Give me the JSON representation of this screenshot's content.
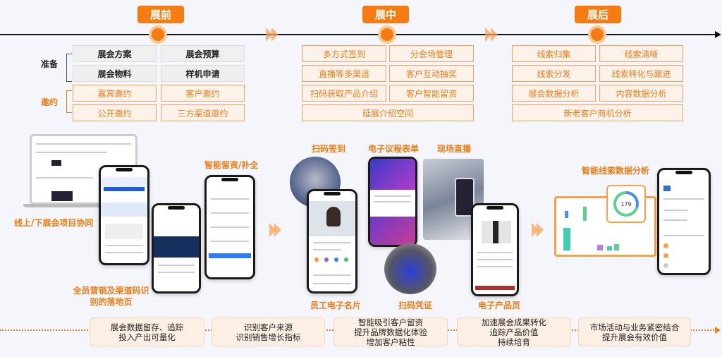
{
  "stages": [
    {
      "label": "展前"
    },
    {
      "label": "展中"
    },
    {
      "label": "展后"
    }
  ],
  "pre": {
    "group_prepare": "准备",
    "group_invite": "邀约",
    "prepare_items": [
      "展会方案",
      "展会预算",
      "展会物料",
      "样机申请"
    ],
    "invite_items": [
      "嘉宾邀约",
      "客户邀约",
      "公开邀约",
      "三方渠道邀约"
    ]
  },
  "during": {
    "items": [
      "多方式签到",
      "分会场管理",
      "直播等多渠道",
      "客户互动抽奖",
      "扫码获取产品介绍",
      "客户智能留资"
    ],
    "wide_item": "延展介绍空间"
  },
  "post": {
    "items": [
      "线索归集",
      "线索清晰",
      "线索分发",
      "线索转化与跟进",
      "展会数据分析",
      "内容数据分析"
    ],
    "wide_item": "新老客户商机分析"
  },
  "captions": {
    "online_offline": "线上/下展会项目协同",
    "smart_leads": "智能留资/补全",
    "landing_page_1": "全员营销及渠道码识",
    "landing_page_2": "别的落地页",
    "scan_checkin": "扫码签到",
    "agenda_form": "电子议程表单",
    "live": "现场直播",
    "business_card": "员工电子名片",
    "scan_voucher": "扫码凭证",
    "product_page": "电子产品页",
    "lead_analytics": "智能线索数据分析"
  },
  "dashboard": {
    "donut_value": "179"
  },
  "benefits": [
    [
      "展会数据留存、追踪",
      "投入产出可量化"
    ],
    [
      "识别客户来源",
      "识别销售增长指标"
    ],
    [
      "智能吸引客户留资",
      "提升品牌数据化体验",
      "增加客户粘性"
    ],
    [
      "加速展会成果转化",
      "追踪产品价值",
      "持续培育"
    ],
    [
      "市场活动与业务紧密结合",
      "提升展会有效价值"
    ]
  ],
  "colors": {
    "accent": "#f57c12",
    "box_fill": "#fcf2ea",
    "benefit_fill": "#fcefe3"
  }
}
